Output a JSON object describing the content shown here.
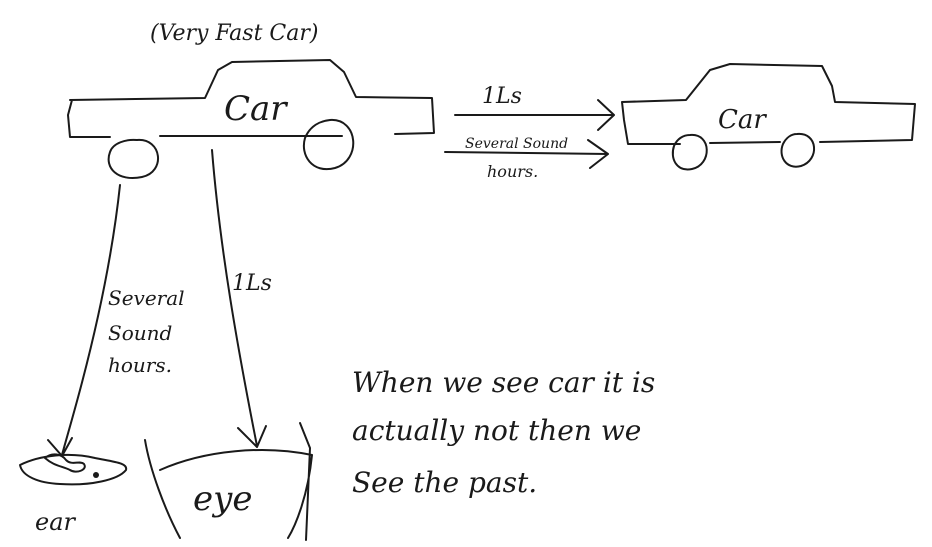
{
  "labels": {
    "title": "(Very Fast Car)",
    "car_big": "Car",
    "car_small": "Car",
    "arrow_top_1": "1Ls",
    "arrow_top_2_line1": "Several Sound",
    "arrow_top_2_line2": "hours.",
    "down_left_line1": "Several",
    "down_left_line2": "Sound",
    "down_left_line3": "hours.",
    "down_right": "1Ls",
    "ear": "ear",
    "eye": "eye"
  },
  "note": {
    "line1": "When we see car it is",
    "line2": "actually not then we",
    "line3": "See the past."
  },
  "colors": {
    "ink": "#1a1a1a",
    "paper": "#ffffff"
  }
}
